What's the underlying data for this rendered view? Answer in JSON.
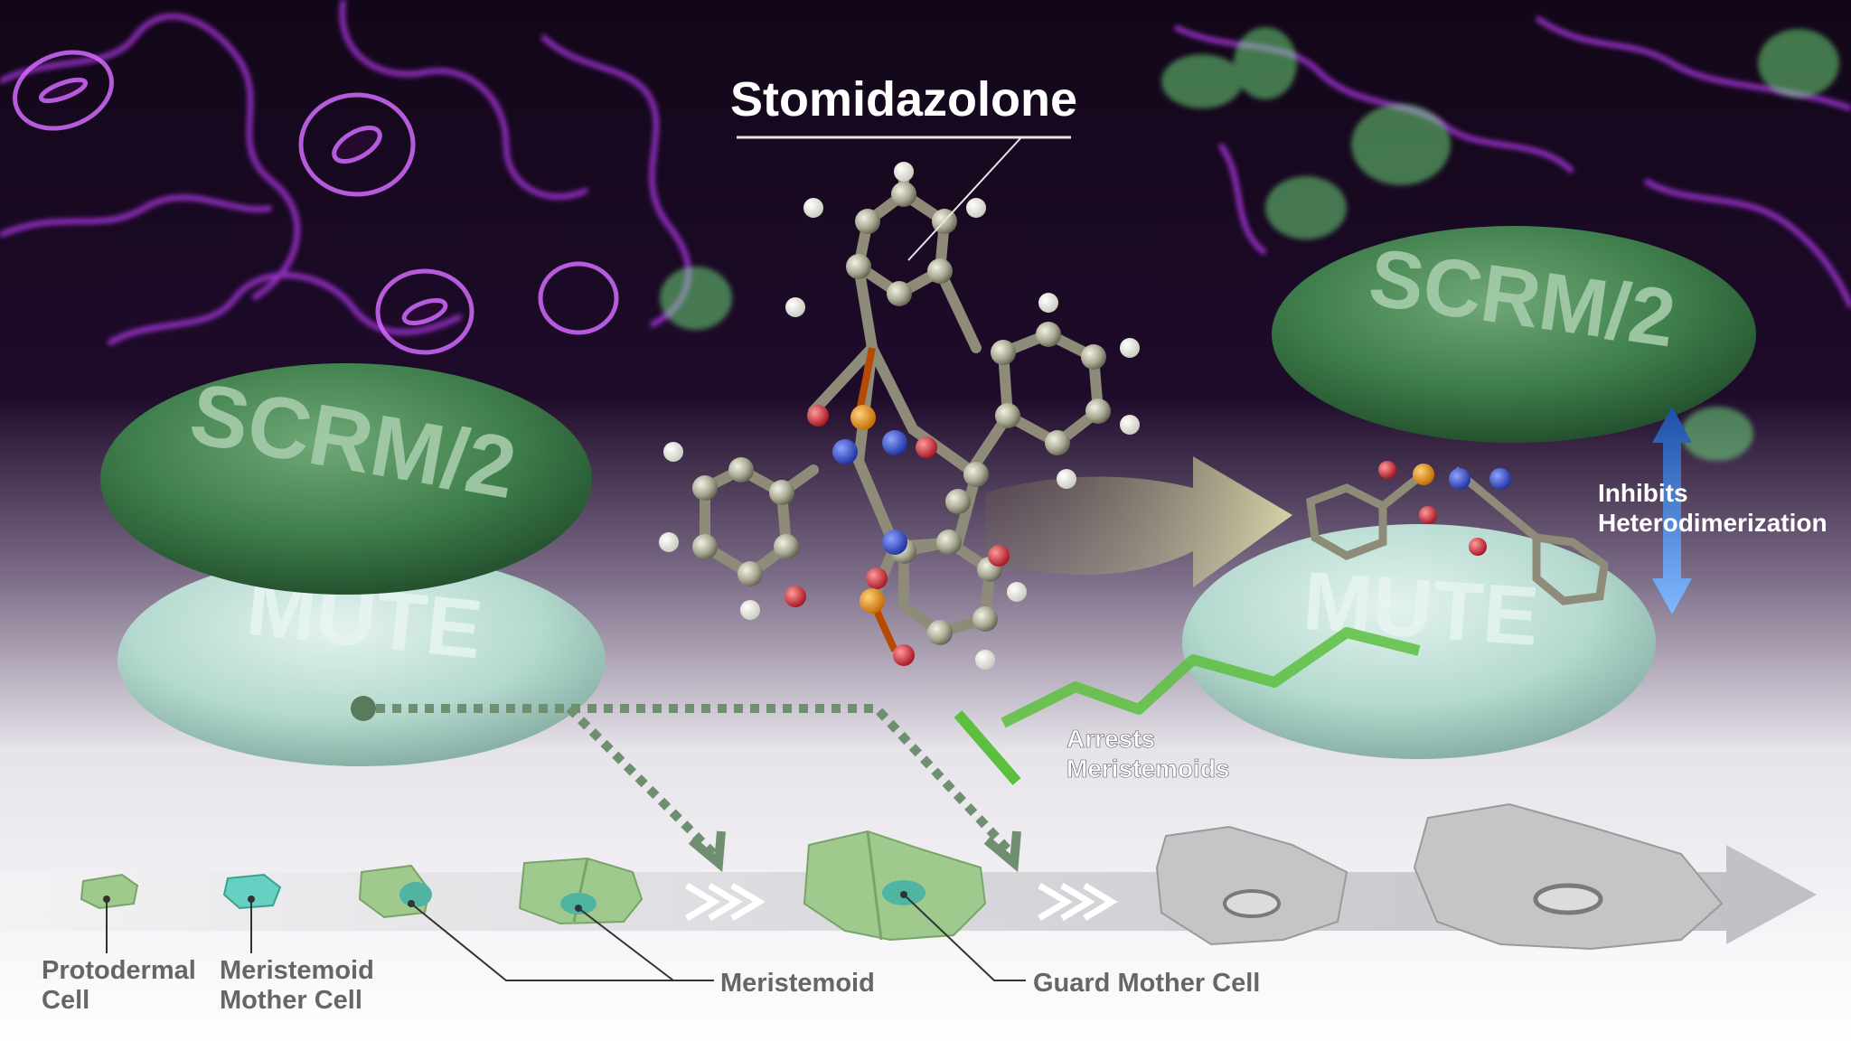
{
  "title": "Stomidazolone",
  "left_complex": {
    "top_protein": "SCRM/2",
    "bottom_protein": "MUTE"
  },
  "right_complex": {
    "top_protein": "SCRM/2",
    "bottom_protein": "MUTE",
    "effect_line1": "Inhibits",
    "effect_line2": "Heterodimerization"
  },
  "arrest": {
    "line1": "Arrests",
    "line2": "Meristemoids"
  },
  "stages": [
    {
      "line1": "Protodermal",
      "line2": "Cell"
    },
    {
      "line1": "Meristemoid",
      "line2": "Mother Cell"
    },
    {
      "line1": "Meristemoid",
      "line2": ""
    },
    {
      "line1": "Guard Mother Cell",
      "line2": ""
    }
  ],
  "colors": {
    "fluor_magenta": "#c23cff",
    "fluor_green": "#7dff8a",
    "scrm_green": "#3f7f4c",
    "mute_teal": "#b4d9cf",
    "arrow_blue": "#4a8fe0",
    "inhibit_green": "#5cbf3e",
    "dotted_green": "#6f8f70",
    "cell_green": "#9fc98d",
    "gray_cell": "#b9b9b9"
  }
}
